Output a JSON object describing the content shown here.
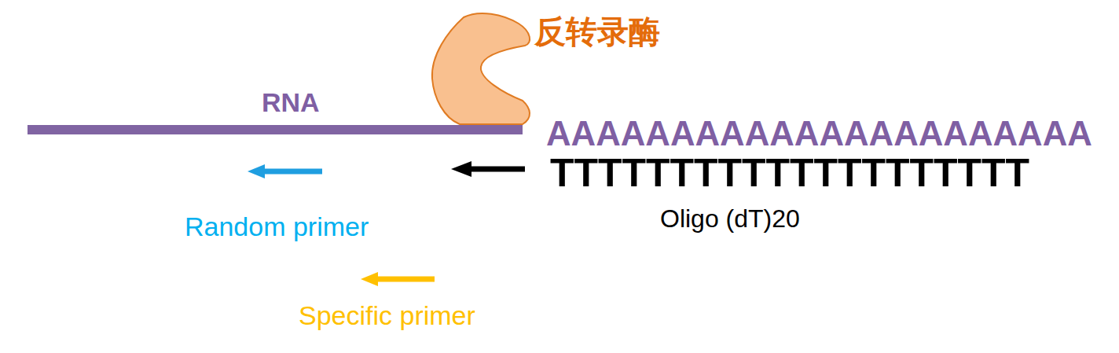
{
  "diagram": {
    "labels": [
      "反转录酶",
      "RNA",
      "AAAAAAAAAAAAAAAAAAAAAA",
      "TTTTTTTTTTTTTTTTTTTT",
      "Oligo (dT)20",
      "Random primer",
      "Specific primer"
    ]
  }
}
